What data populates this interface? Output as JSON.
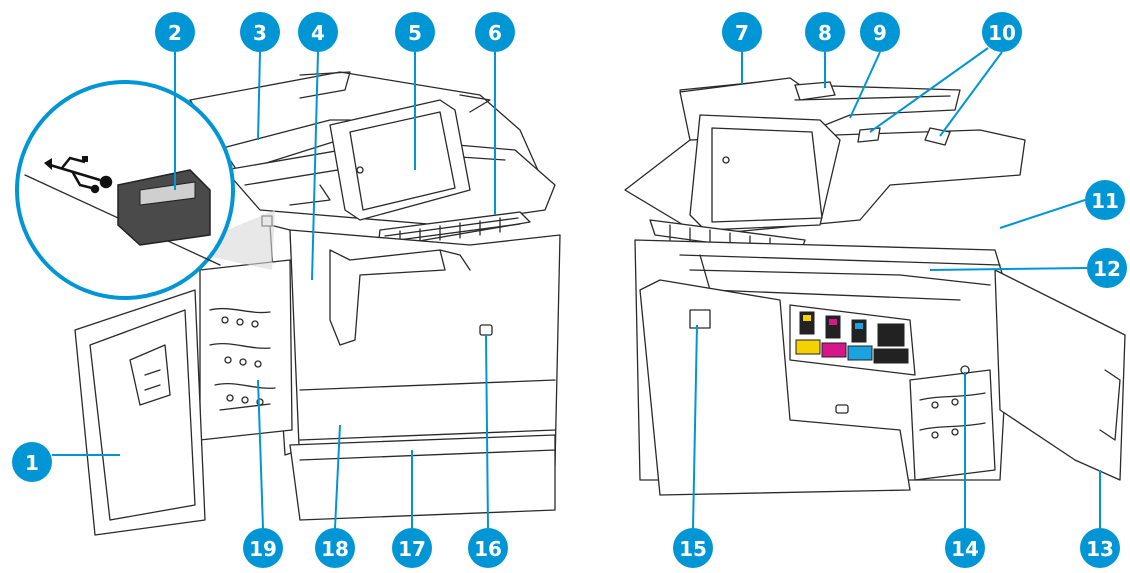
{
  "figure": {
    "accent_color": "#0096d6",
    "callout_text_color": "#ffffff",
    "line_color": "#2a2a2a",
    "detail_view": "usb-port-magnified",
    "detail_icon": "usb-icon"
  },
  "callouts": [
    {
      "number": "1"
    },
    {
      "number": "2"
    },
    {
      "number": "3"
    },
    {
      "number": "4"
    },
    {
      "number": "5"
    },
    {
      "number": "6"
    },
    {
      "number": "7"
    },
    {
      "number": "8"
    },
    {
      "number": "9"
    },
    {
      "number": "10"
    },
    {
      "number": "11"
    },
    {
      "number": "12"
    },
    {
      "number": "13"
    },
    {
      "number": "14"
    },
    {
      "number": "15"
    },
    {
      "number": "16"
    },
    {
      "number": "17"
    },
    {
      "number": "18"
    },
    {
      "number": "19"
    }
  ],
  "cartridges": {
    "colors": [
      "#f2d200",
      "#d6168b",
      "#1aa3e0",
      "#222222"
    ]
  }
}
